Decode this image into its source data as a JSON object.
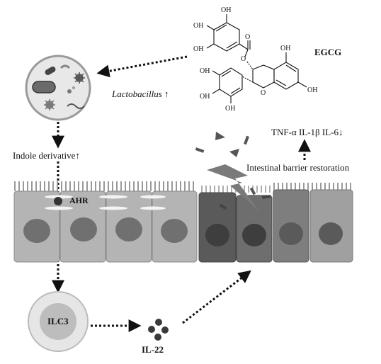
{
  "labels": {
    "egcg": "EGCG",
    "lactobacillus_name": "Lactobacillus",
    "lactobacillus_arrow": "↑",
    "indole": "Indole derivative↑",
    "ahr": "AHR",
    "ilc3": "ILC3",
    "il22": "IL-22",
    "cytokines": "TNF-α IL-1β IL-6↓",
    "barrier": "Intestinal barrier restoration"
  },
  "molecule": {
    "oh": "OH",
    "o": "O"
  },
  "colors": {
    "healthy_cell": "#b4b4b4",
    "healthy_nucleus": "#707070",
    "damaged_cell_dark": "#5a5a5a",
    "damaged_cell_mid": "#6e6e6e",
    "damaged_nucleus": "#3e3e3e",
    "ilc3_outer": "#e6e6e6",
    "ilc3_inner": "#bdbdbd",
    "il22_dot": "#3a3a3a"
  }
}
